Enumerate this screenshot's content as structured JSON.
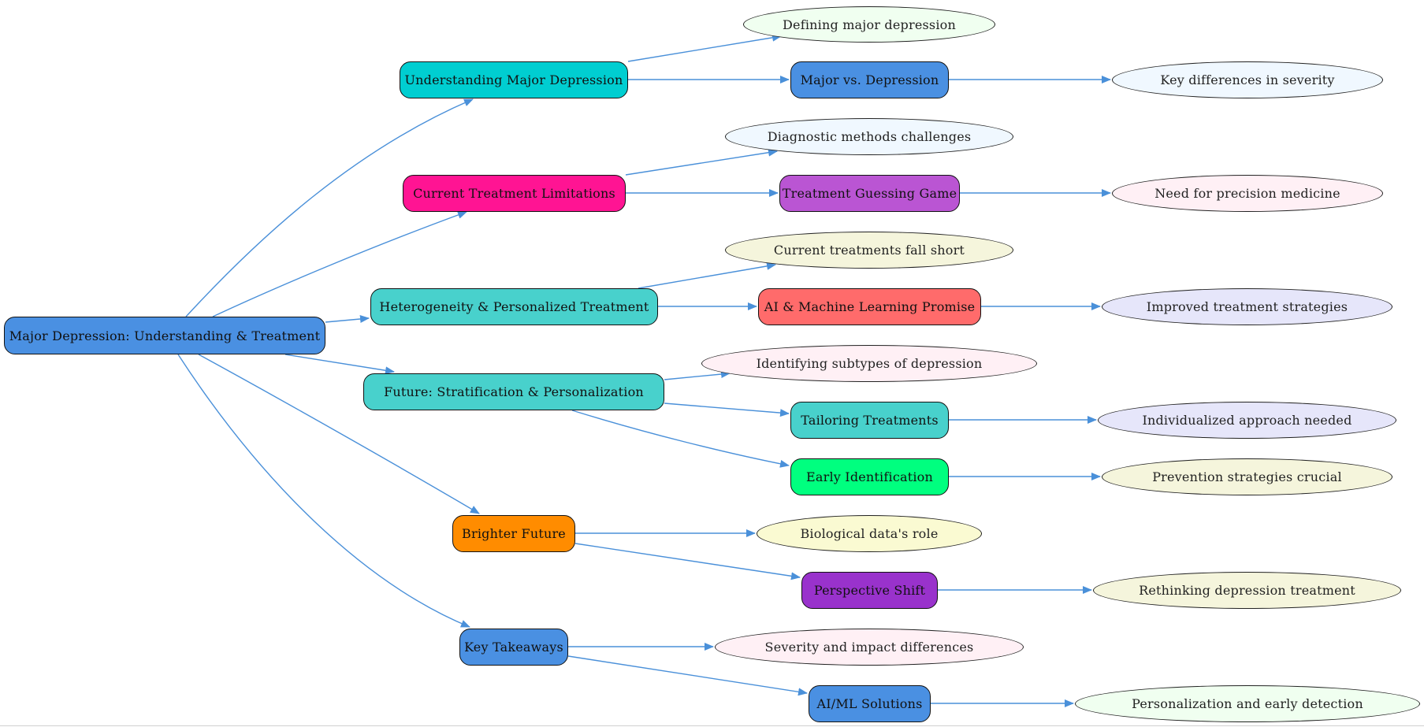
{
  "diagram": {
    "edge_color": "#4A90D9",
    "root": {
      "label": "Major Depression: Understanding & Treatment",
      "color": "#4A90E2"
    },
    "nodes": {
      "n1": {
        "label": "Understanding Major Depression",
        "color": "#00CED1"
      },
      "n1a": {
        "label": "Defining major depression",
        "color": "#F0FFF0"
      },
      "n1b": {
        "label": "Major vs. Depression",
        "color": "#4A90E2"
      },
      "n1c": {
        "label": "Key differences in severity",
        "color": "#F0F8FF"
      },
      "n2": {
        "label": "Current Treatment Limitations",
        "color": "#FF1493"
      },
      "n2a": {
        "label": "Diagnostic methods challenges",
        "color": "#F0F8FF"
      },
      "n2b": {
        "label": "Treatment Guessing Game",
        "color": "#BA55D3"
      },
      "n2c": {
        "label": "Need for precision medicine",
        "color": "#FFF0F5"
      },
      "n3": {
        "label": "Heterogeneity & Personalized Treatment",
        "color": "#48D1CC"
      },
      "n3a": {
        "label": "Current treatments fall short",
        "color": "#F5F5DC"
      },
      "n3b": {
        "label": "AI & Machine Learning Promise",
        "color": "#FF6B6B"
      },
      "n3c": {
        "label": "Improved treatment strategies",
        "color": "#E6E6FA"
      },
      "n4": {
        "label": "Future: Stratification & Personalization",
        "color": "#48D1CC"
      },
      "n4a": {
        "label": "Identifying subtypes of depression",
        "color": "#FFF0F5"
      },
      "n4b": {
        "label": "Tailoring Treatments",
        "color": "#48D1CC"
      },
      "n4c": {
        "label": "Individualized approach needed",
        "color": "#E6E6FA"
      },
      "n4d": {
        "label": "Early Identification",
        "color": "#00FF7F"
      },
      "n4e": {
        "label": "Prevention strategies crucial",
        "color": "#F5F5DC"
      },
      "n5": {
        "label": "Brighter Future",
        "color": "#FF8C00"
      },
      "n5a": {
        "label": "Biological data's role",
        "color": "#FAFAD2"
      },
      "n5b": {
        "label": "Perspective Shift",
        "color": "#9932CC"
      },
      "n5c": {
        "label": "Rethinking depression treatment",
        "color": "#F5F5DC"
      },
      "n6": {
        "label": "Key Takeaways",
        "color": "#4A90E2"
      },
      "n6a": {
        "label": "Severity and impact differences",
        "color": "#FFF0F5"
      },
      "n6b": {
        "label": "AI/ML Solutions",
        "color": "#4A90E2"
      },
      "n6c": {
        "label": "Personalization and early detection",
        "color": "#F0FFF0"
      }
    }
  }
}
